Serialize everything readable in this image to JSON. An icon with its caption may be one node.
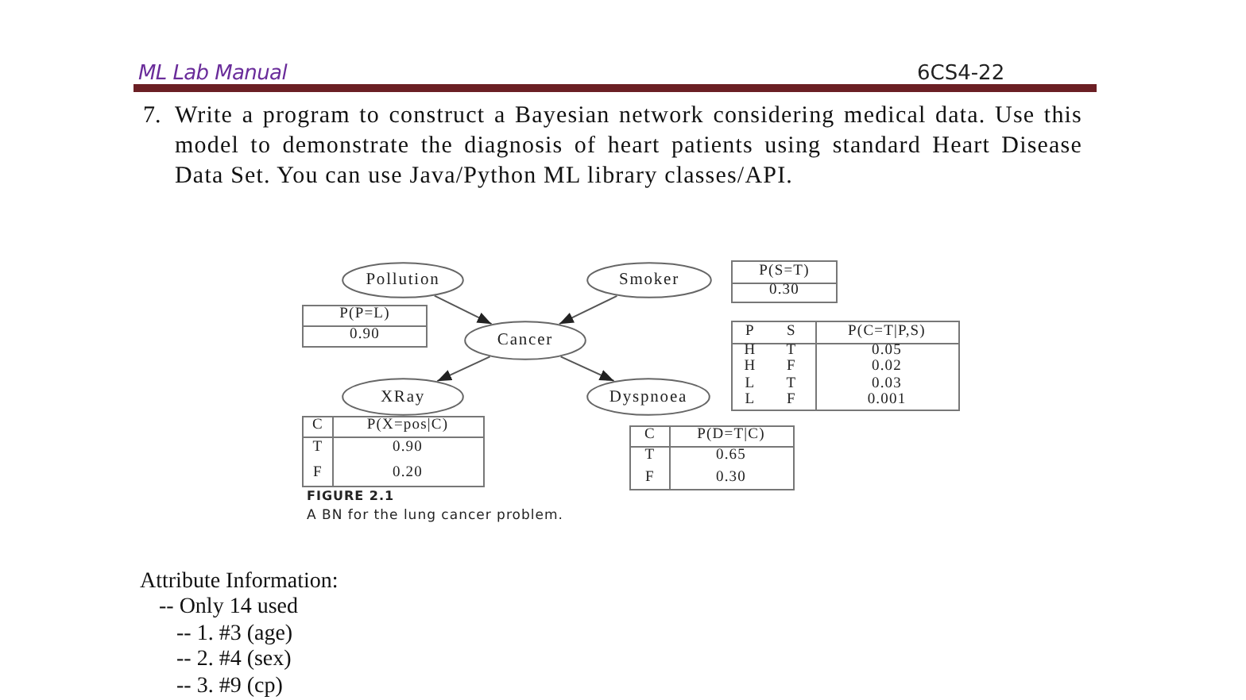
{
  "diagram": {
    "caption": "A BN for the lung cancer problem.",
    "nodes": [
      {
        "text": [
          "Pollution"
        ]
      },
      {
        "text": [
          "Smoker"
        ]
      },
      {
        "text": [
          "Cancer"
        ]
      },
      {
        "text": [
          "XRay"
        ]
      },
      {
        "text": [
          "Dyspnoea"
        ]
      }
    ],
    "edges": [
      {
        "from": 0,
        "to": 2,
        "arrow": "to"
      },
      {
        "from": 1,
        "to": 2,
        "arrow": "to"
      },
      {
        "from": 2,
        "to": 3,
        "arrow": "to"
      },
      {
        "from": 2,
        "to": 4,
        "arrow": "to"
      }
    ],
    "labels": [
      "ML Lab Manual",
      "6CS4-22",
      "7.",
      "Write a program to construct a Bayesian network considering medical data. Use this model to demonstrate the diagnosis of heart patients using standard Heart Disease Data Set. You can use Java/Python ML library classes/API.",
      "P(S=T)",
      "0.30",
      "P(P=L)",
      "0.90",
      "P",
      "S",
      "P(C=T|P,S)",
      "H",
      "T",
      "0.05",
      "H",
      "F",
      "0.02",
      "L",
      "T",
      "0.03",
      "L",
      "F",
      "0.001",
      "C",
      "P(X=pos|C)",
      "T",
      "0.90",
      "F",
      "0.20",
      "C",
      "P(D=T|C)",
      "T",
      "0.65",
      "F",
      "0.30",
      "FIGURE 2.1",
      "Attribute Information:",
      "-- Only 14 used",
      "-- 1. #3 (age)",
      "-- 2. #4 (sex)",
      "-- 3. #9 (cp)"
    ]
  }
}
